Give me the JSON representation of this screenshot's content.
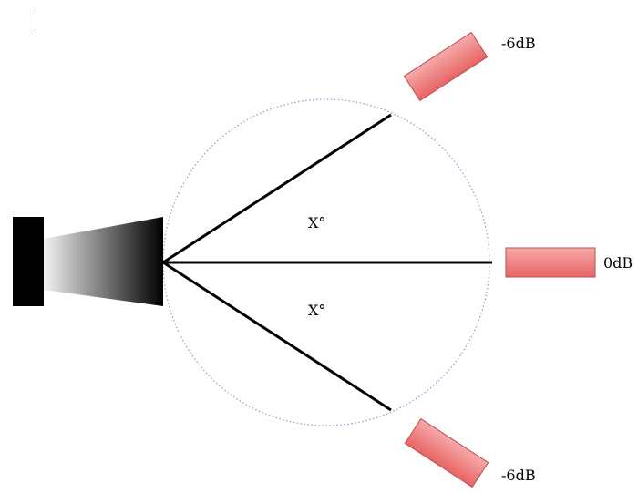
{
  "labels": {
    "angle_top": "X°",
    "angle_bottom": "X°",
    "level_top": "-6dB",
    "level_center": "0dB",
    "level_bottom": "-6dB"
  },
  "colors": {
    "line": "#000000",
    "circle": "#7f9fd0",
    "target_fill_light": "#f6aaaa",
    "target_fill_dark": "#e86464",
    "target_stroke": "#b94e4e",
    "speaker_light": "#f2f2f2",
    "speaker_dark": "#000000"
  }
}
